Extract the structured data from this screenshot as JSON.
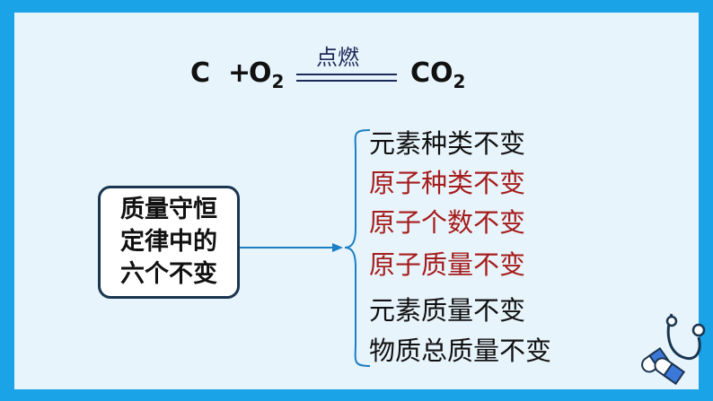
{
  "equation": {
    "reactant1": "C",
    "plus": "+",
    "reactant2": "O",
    "reactant2_sub": "2",
    "condition": "点燃",
    "product": "CO",
    "product_sub": "2"
  },
  "box": {
    "line1": "质量守恒",
    "line2": "定律中的",
    "line3": "六个不变"
  },
  "items": [
    {
      "text": "元素种类不变",
      "color": "#111111"
    },
    {
      "text": "原子种类不变",
      "color": "#a51c1c"
    },
    {
      "text": "原子个数不变",
      "color": "#a51c1c"
    },
    {
      "text": "原子质量不变",
      "color": "#a51c1c"
    },
    {
      "text": "元素质量不变",
      "color": "#111111"
    },
    {
      "text": "物质总质量不变",
      "color": "#111111"
    }
  ],
  "decoration": {
    "icon": "medical-pills-stethoscope-icon"
  }
}
